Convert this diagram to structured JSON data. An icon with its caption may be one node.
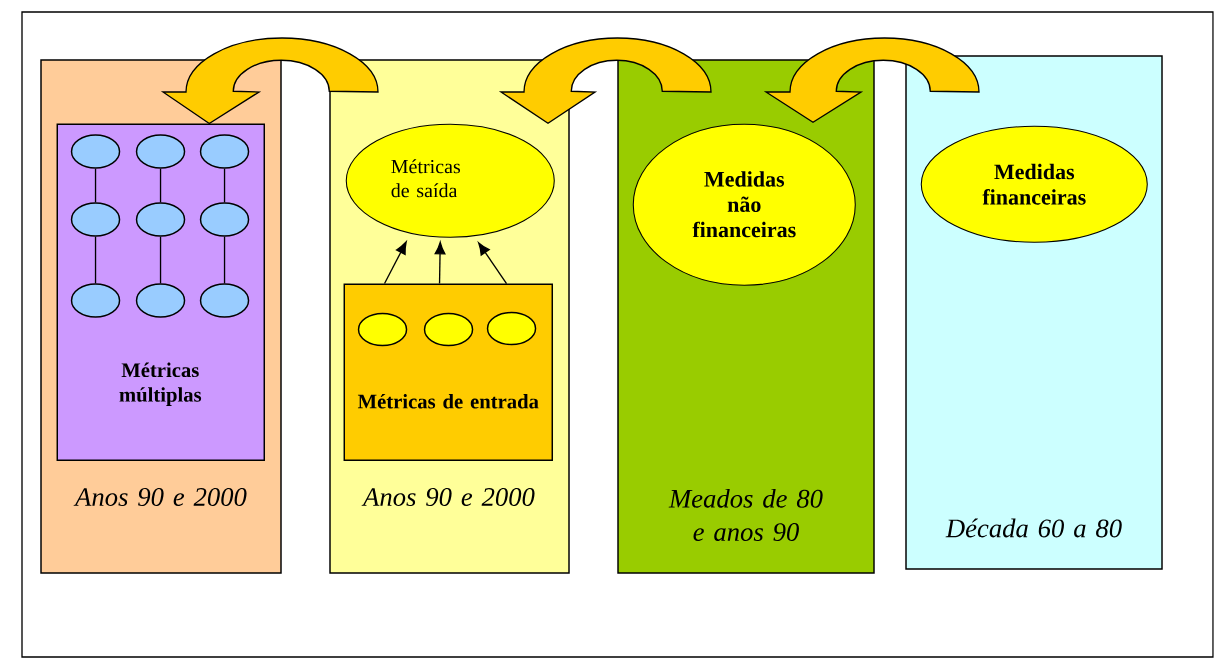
{
  "diagram": {
    "nodes": [
      {
        "text": [
          "Anos 90 e 2000"
        ]
      },
      {
        "text": [
          "Métricas múltiplas"
        ],
        "in": 0
      },
      {
        "text": [],
        "shape": "ellipse",
        "in": 1
      },
      {
        "text": [],
        "shape": "ellipse",
        "in": 1
      },
      {
        "text": [],
        "shape": "ellipse",
        "in": 1
      },
      {
        "text": [],
        "shape": "ellipse",
        "in": 1
      },
      {
        "text": [],
        "shape": "ellipse",
        "in": 1
      },
      {
        "text": [],
        "shape": "ellipse",
        "in": 1
      },
      {
        "text": [],
        "shape": "ellipse",
        "in": 1
      },
      {
        "text": [],
        "shape": "ellipse",
        "in": 1
      },
      {
        "text": [],
        "shape": "ellipse",
        "in": 1
      },
      {
        "text": [
          "Anos 90 e 2000"
        ]
      },
      {
        "text": [
          "Métricas de saída"
        ],
        "in": 11
      },
      {
        "text": [
          "Métricas de entrada"
        ],
        "in": 11
      },
      {
        "text": [],
        "shape": "ellipse",
        "in": 13
      },
      {
        "text": [],
        "shape": "ellipse",
        "in": 13
      },
      {
        "text": [],
        "shape": "ellipse",
        "in": 13
      },
      {
        "text": [
          "Meados de 80 e anos 90"
        ]
      },
      {
        "text": [
          "Medidas não financeiras"
        ],
        "in": 17
      },
      {
        "text": [
          "Década 60 a 80"
        ]
      },
      {
        "text": [
          "Medidas financeiras"
        ],
        "in": 19
      }
    ],
    "edges": [
      {
        "from": 11,
        "to": 1,
        "arrow": "to",
        "style": "thick",
        "color": "#ffcc00"
      },
      {
        "from": 17,
        "to": 11,
        "arrow": "to",
        "style": "thick",
        "color": "#ffcc00"
      },
      {
        "from": 19,
        "to": 17,
        "arrow": "to",
        "style": "thick",
        "color": "#ffcc00"
      },
      {
        "from": 2,
        "to": 5,
        "arrow": "none"
      },
      {
        "from": 5,
        "to": 8,
        "arrow": "none"
      },
      {
        "from": 3,
        "to": 6,
        "arrow": "none"
      },
      {
        "from": 6,
        "to": 9,
        "arrow": "none"
      },
      {
        "from": 4,
        "to": 7,
        "arrow": "none"
      },
      {
        "from": 7,
        "to": 10,
        "arrow": "none"
      },
      {
        "from": 13,
        "to": 12,
        "arrow": "to"
      },
      {
        "from": 13,
        "to": 12,
        "arrow": "to"
      },
      {
        "from": 13,
        "to": 12,
        "arrow": "to"
      }
    ]
  }
}
